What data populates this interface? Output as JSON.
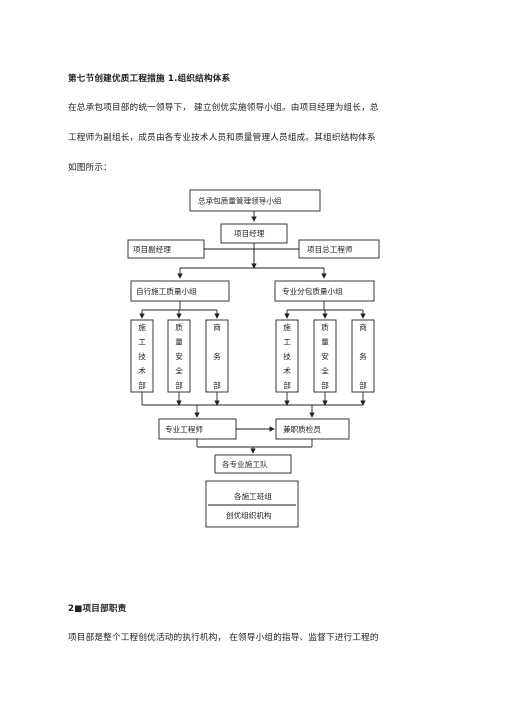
{
  "section": {
    "title": "第七节创建优质工程措施 1.组织结构体系",
    "para_line1": "在总承包项目部的统一领导下， 建立创优实施领导小组。由项目经理为组长，总",
    "para_line2": "工程师为副组长，成员由各专业技术人员和质量管理人员组成。其组织结构体系",
    "para_line3": "如图所示："
  },
  "org_chart": {
    "top_group": "总承包质量管理领导小组",
    "manager": "项目经理",
    "deputy_manager": "项目副经理",
    "chief_engineer": "项目总工程师",
    "self_group": "自行施工质量小组",
    "sub_group": "专业分包质量小组",
    "dept_left": [
      [
        "施",
        "工",
        "技",
        "术",
        "部"
      ],
      [
        "质",
        "量",
        "安",
        "全",
        "部"
      ],
      [
        "商",
        "务",
        "部"
      ]
    ],
    "dept_right": [
      [
        "施",
        "工",
        "技",
        "术",
        "部"
      ],
      [
        "质",
        "量",
        "安",
        "全",
        "部"
      ],
      [
        "商",
        "务",
        "部"
      ]
    ],
    "specialty_engineer": "专业工程师",
    "inspector": "兼职质检员",
    "teams": "各专业施工队",
    "legend_top": "各施工班组",
    "legend_bottom": "创优组织机构"
  },
  "section2": {
    "heading": "2■项目部职责",
    "line1": "项目部是整个工程创优活动的执行机构， 在领导小组的指导、监督下进行工程的"
  }
}
